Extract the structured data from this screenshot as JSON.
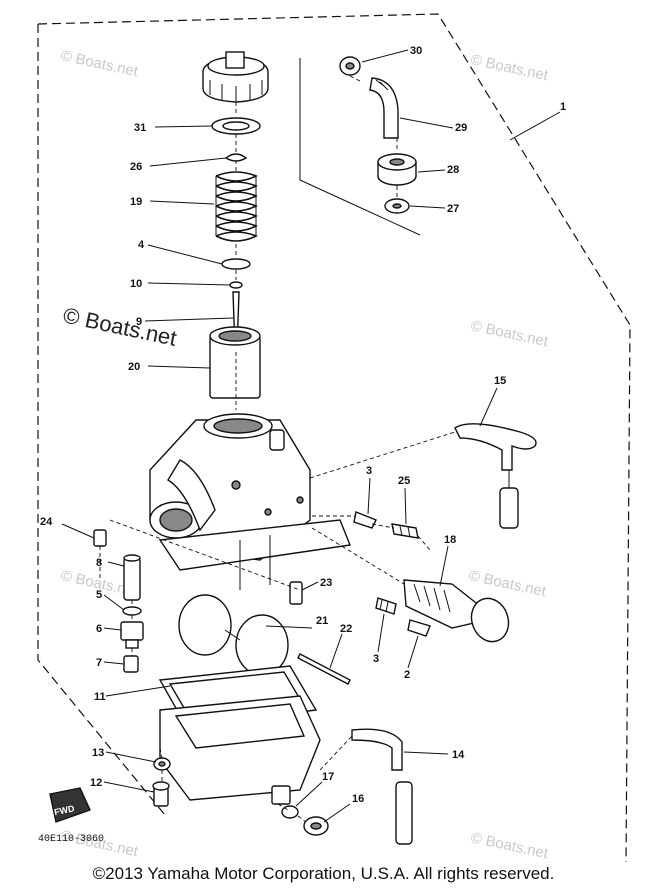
{
  "callouts": {
    "p1": "1",
    "p2": "2",
    "p3a": "3",
    "p3b": "3",
    "p4": "4",
    "p5": "5",
    "p6": "6",
    "p7": "7",
    "p8": "8",
    "p9": "9",
    "p10": "10",
    "p11": "11",
    "p12": "12",
    "p13": "13",
    "p14": "14",
    "p15": "15",
    "p16": "16",
    "p17": "17",
    "p18": "18",
    "p19": "19",
    "p20": "20",
    "p21": "21",
    "p22": "22",
    "p23": "23",
    "p24": "24",
    "p25": "25",
    "p26": "26",
    "p27": "27",
    "p28": "28",
    "p29": "29",
    "p30": "30",
    "p31": "31"
  },
  "watermark": {
    "small": "© Boats.net",
    "large": "© Boats.net"
  },
  "figure_code": "40E110-3060",
  "fwd_label": "FWD",
  "copyright": "©2013 Yamaha Motor Corporation, U.S.A. All rights reserved."
}
